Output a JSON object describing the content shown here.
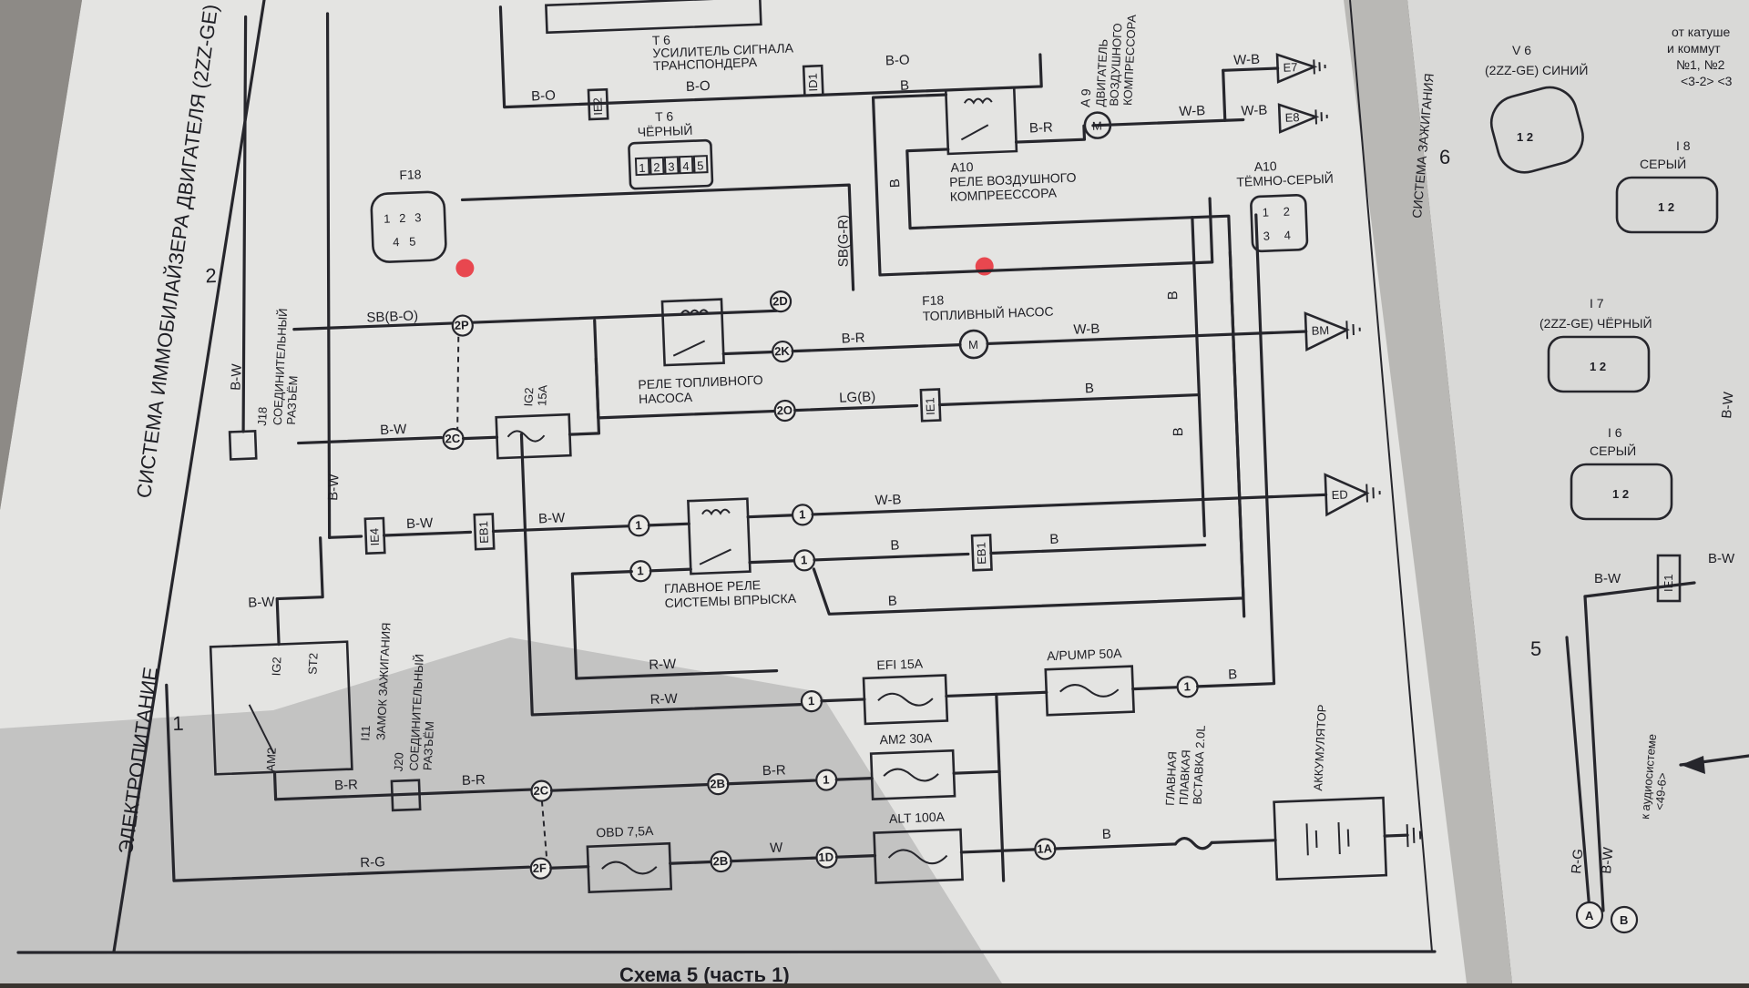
{
  "titles": {
    "system": "СИСТЕМА ИММОБИЛАЙЗЕРА ДВИГАТЕЛЯ (2ZZ-GE)",
    "power": "ЭЛЕКТРОПИТАНИЕ",
    "n1": "1",
    "n2": "2"
  },
  "components": {
    "t6_amp": {
      "code": "T 6",
      "line1": "УСИЛИТЕЛЬ СИГНАЛА",
      "line2": "ТРАНСПОНДЕРА"
    },
    "t6_black": {
      "code": "T 6",
      "color": "ЧЁРНЫЙ"
    },
    "f18_conn": {
      "code": "F18"
    },
    "a10_relay": {
      "code": "A10",
      "line1": "РЕЛЕ ВОЗДУШНОГО",
      "line2": "КОМПРЕЕССОРА"
    },
    "a9_motor": {
      "code": "A 9",
      "line1": "ДВИГАТЕЛЬ",
      "line2": "ВОЗДУШНОГО",
      "line3": "КОМПРЕССОРА"
    },
    "a10_conn": {
      "code": "A10",
      "color": "ТЁМНО-СЕРЫЙ"
    },
    "fuel_relay": {
      "line1": "РЕЛЕ ТОПЛИВНОГО",
      "line2": "НАСОСА"
    },
    "fuel_pump": {
      "code": "F18",
      "name": "ТОПЛИВНЫЙ НАСОС"
    },
    "j18": {
      "code": "J18",
      "line1": "СОЕДИНИТЕЛЬНЫЙ",
      "line2": "РАЗЪЁМ"
    },
    "main_relay": {
      "line1": "ГЛАВНОЕ РЕЛЕ",
      "line2": "СИСТЕМЫ ВПРЫСКА"
    },
    "j20": {
      "code": "J20",
      "line1": "СОЕДИНИТЕЛЬНЫЙ",
      "line2": "РАЗЪЁМ"
    },
    "ign_switch": {
      "code": "I11",
      "name": "ЗАМОК ЗАЖИГАНИЯ"
    },
    "fusible_link": {
      "line1": "ГЛАВНАЯ",
      "line2": "ПЛАВКАЯ",
      "line3": "ВСТАВКА 2.0L"
    },
    "battery": "АККУМУЛЯТОР"
  },
  "wires": {
    "bo": "B-O",
    "br": "B-R",
    "b": "B",
    "wb": "W-B",
    "bw": "B-W",
    "sbgr": "SB(G-R)",
    "sbbo": "SB(B-O)",
    "lgb": "LG(B)",
    "rw": "R-W",
    "rg": "R-G",
    "w": "W"
  },
  "connectors": {
    "ie2": "IE2",
    "id1": "ID1",
    "ie1": "IE1",
    "ie4": "IE4",
    "eb1": "EB1"
  },
  "pins": {
    "p2p": "2P",
    "p2d": "2D",
    "p2k": "2K",
    "p2o": "2O",
    "p2c": "2C",
    "p2b": "2B",
    "p2f": "2F",
    "p1": "1",
    "p1d": "1D",
    "p1a": "1A"
  },
  "fuses": {
    "ig2": {
      "name": "IG2",
      "rating": "15A"
    },
    "efi": "EFI 15A",
    "apump": "A/PUMP 50A",
    "am2": "AM2 30A",
    "obd": "OBD 7,5A",
    "alt": "ALT 100A"
  },
  "ignition": {
    "am2": "AM2",
    "ig2": "IG2",
    "st2": "ST2"
  },
  "grounds": {
    "e7": "E7",
    "e8": "E8",
    "bm": "BM",
    "ed": "ED"
  },
  "symbols": {
    "motor": "M"
  },
  "footer": {
    "caption": "Схема 5 (часть 1)"
  },
  "right_page": {
    "vertical_title": "СИСТЕМА ЗАЖИГАНИЯ",
    "n6": "6",
    "n5": "5",
    "v6": {
      "code": "V 6",
      "desc": "(2ZZ-GE) СИНИЙ"
    },
    "note1": "от катуше",
    "note2": "и коммут",
    "note3": "№1, №2",
    "note4": "<3-2> <3",
    "i8": {
      "code": "I 8",
      "color": "СЕРЫЙ"
    },
    "i7": {
      "code": "I 7",
      "desc": "(2ZZ-GE) ЧЁРНЫЙ"
    },
    "i6": {
      "code": "I 6",
      "color": "СЕРЫЙ"
    },
    "pins12": "1 2",
    "term_a": "A",
    "term_b": "B",
    "audio1": "к аудиосистеме",
    "audio2": "<49-6>"
  }
}
